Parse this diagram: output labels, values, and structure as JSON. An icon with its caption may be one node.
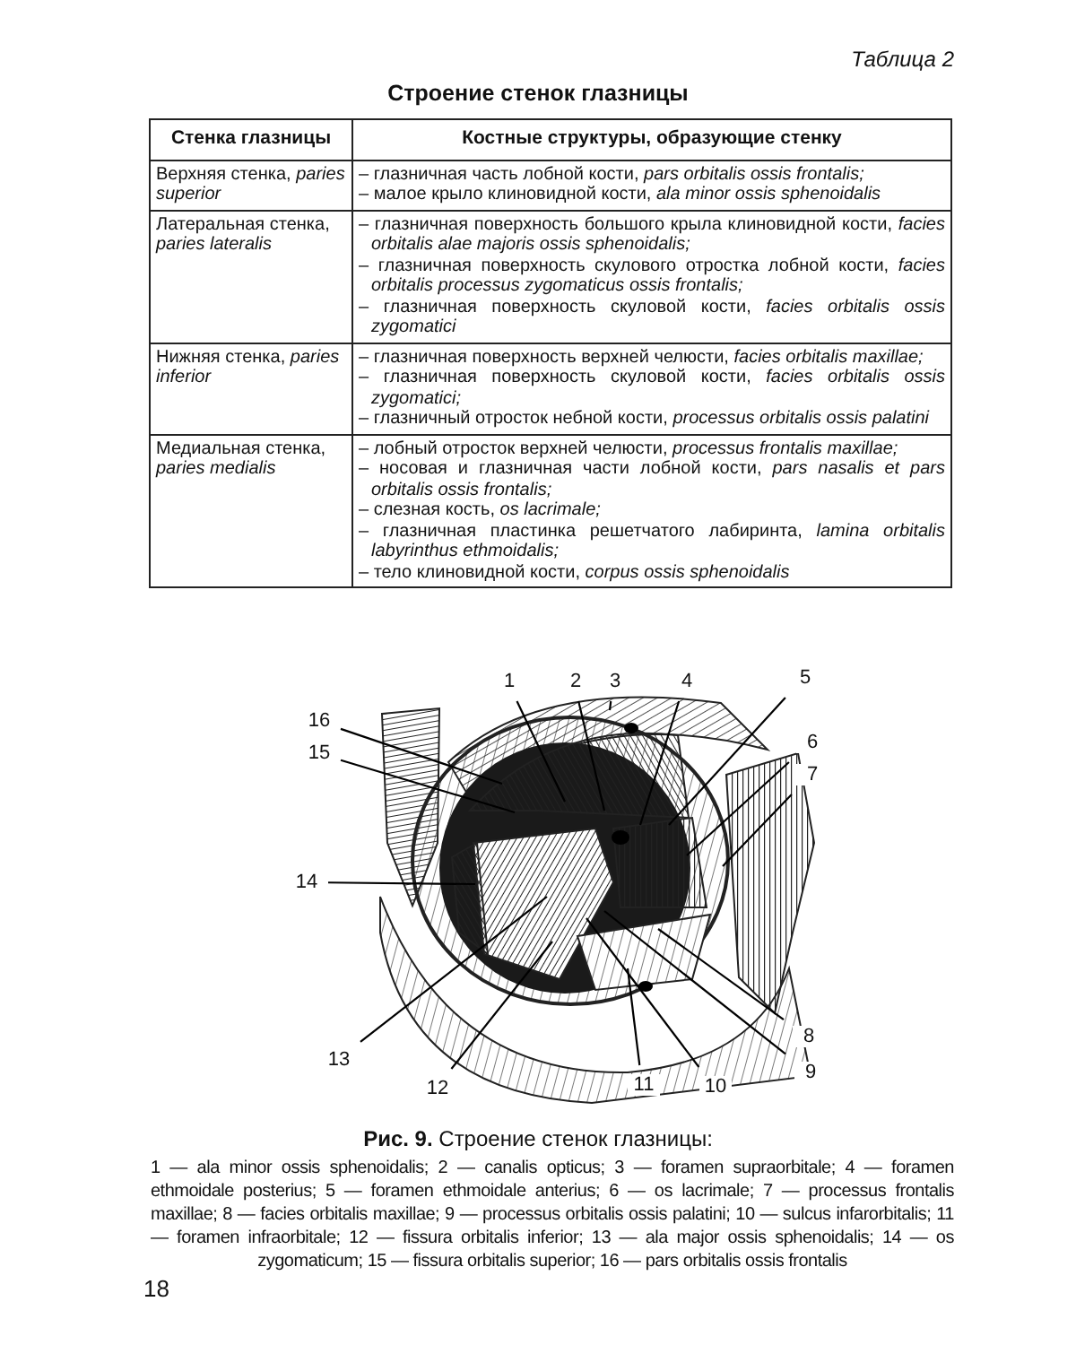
{
  "diagram": {
    "title": "Строение стенок глазницы",
    "caption": "**Рис. 9.** Строение стенок глазницы:",
    "nodes": [
      {
        "text": [
          "1"
        ]
      },
      {
        "text": [
          "2"
        ]
      },
      {
        "text": [
          "3"
        ]
      },
      {
        "text": [
          "4"
        ]
      },
      {
        "text": [
          "5"
        ]
      },
      {
        "text": [
          "6"
        ]
      },
      {
        "text": [
          "7"
        ]
      },
      {
        "text": [
          "8"
        ]
      },
      {
        "text": [
          "9"
        ]
      },
      {
        "text": [
          "10"
        ]
      },
      {
        "text": [
          "11"
        ]
      },
      {
        "text": [
          "12"
        ]
      },
      {
        "text": [
          "13"
        ]
      },
      {
        "text": [
          "14"
        ]
      },
      {
        "text": [
          "15"
        ]
      },
      {
        "text": [
          "16"
        ]
      }
    ],
    "edges": [
      {
        "from": 0,
        "to": null,
        "arrow": "none"
      },
      {
        "from": 1,
        "to": null,
        "arrow": "none"
      },
      {
        "from": 2,
        "to": null,
        "arrow": "none"
      },
      {
        "from": 3,
        "to": null,
        "arrow": "none"
      },
      {
        "from": 4,
        "to": null,
        "arrow": "none"
      },
      {
        "from": 5,
        "to": null,
        "arrow": "none"
      },
      {
        "from": 6,
        "to": null,
        "arrow": "none"
      },
      {
        "from": 7,
        "to": null,
        "arrow": "none"
      },
      {
        "from": 8,
        "to": null,
        "arrow": "none"
      },
      {
        "from": 9,
        "to": null,
        "arrow": "none"
      },
      {
        "from": 10,
        "to": null,
        "arrow": "none"
      },
      {
        "from": 11,
        "to": null,
        "arrow": "none"
      },
      {
        "from": 12,
        "to": null,
        "arrow": "none"
      },
      {
        "from": 13,
        "to": null,
        "arrow": "none"
      },
      {
        "from": 14,
        "to": null,
        "arrow": "none"
      },
      {
        "from": 15,
        "to": null,
        "arrow": "none"
      }
    ],
    "labels": [
      "Таблица 2",
      "Стенка глазницы",
      "Костные структуры, образующие стенку",
      "Верхняя стенка, *paries superior*",
      "– глазничная часть лобной кости, *pars orbitalis ossis frontalis;*",
      "– малое крыло клиновидной кости, *ala minor ossis sphenoidalis*",
      "Латеральная стенка, *paries lateralis*",
      "– глазничная поверхность большого крыла клиновидной кости, *facies orbitalis alae majoris ossis sphenoidalis;*",
      "– глазничная поверхность скулового отростка лобной кости, *facies orbitalis processus zygomaticus ossis frontalis;*",
      "– глазничная поверхность скуловой кости, *facies orbitalis ossis zygomatici*",
      "Нижняя стенка, *paries inferior*",
      "– глазничная поверхность верхней челюсти, *facies orbitalis maxillae;*",
      "– глазничная поверхность скуловой кости, *facies orbitalis ossis zygomatici;*",
      "– глазничный отросток небной кости, *processus orbitalis ossis palatini*",
      "Медиальная стенка, *paries medialis*",
      "– лобный отросток верхней челюсти, *processus frontalis maxillae;*",
      "– носовая и глазничная части лобной кости, *pars nasalis et pars orbitalis ossis frontalis;*",
      "– слезная кость, *os lacrimale;*",
      "– глазничная пластинка решетчатого лабиринта, *lamina orbitalis labyrinthus ethmoidalis;*",
      "– тело клиновидной кости, *corpus ossis sphenoidalis*",
      "1 — ala minor ossis sphenoidalis; 2 — canalis opticus; 3 — foramen supraorbitale; 4 — foramen ethmoidale posterius; 5 — foramen ethmoidale anterius; 6 — os lacrimale; 7 — processus frontalis maxillae; 8 — facies orbitalis maxillae; 9 — processus orbitalis ossis palatini; 10 — sulcus infarorbitalis; 11 — foramen infraorbitale; 12 — fissura orbitalis inferior; 13 — ala major ossis sphenoidalis; 14 — os zygomaticum; 15 — fissura orbitalis superior; 16 — pars orbitalis ossis frontalis",
      "18"
    ]
  }
}
